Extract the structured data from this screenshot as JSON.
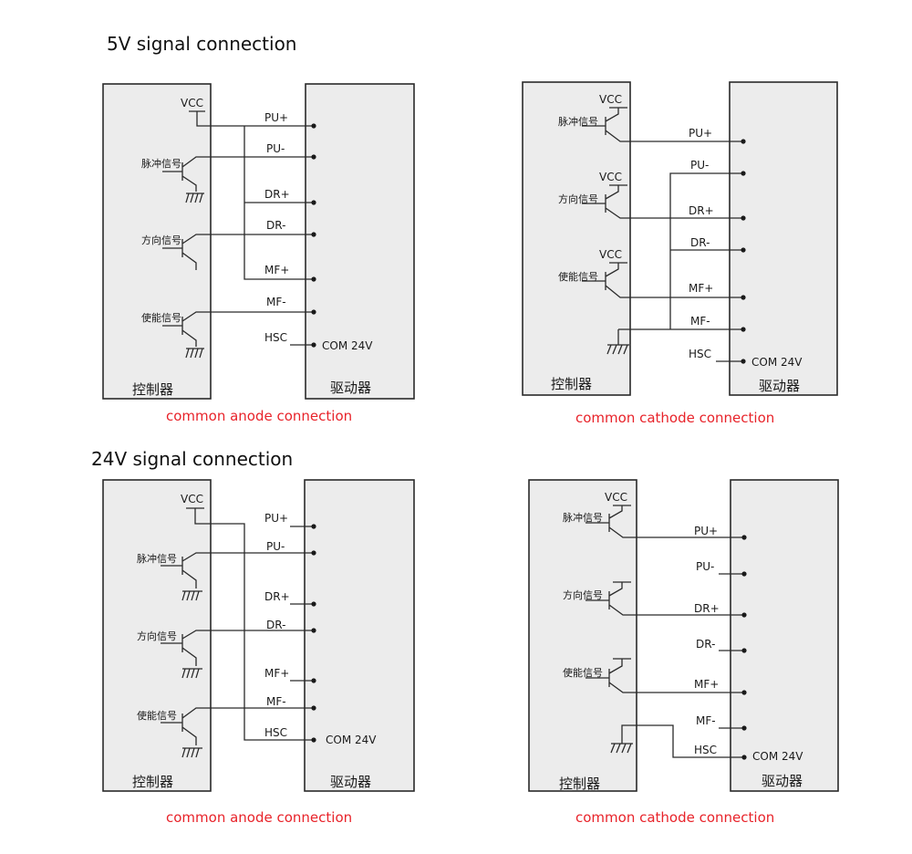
{
  "headings": {
    "five_volt": "5V signal connection",
    "twentyfour_volt": "24V signal connection"
  },
  "captions": {
    "anode": "common anode connection",
    "cathode": "common cathode connection"
  },
  "labels": {
    "controller": "控制器",
    "driver": "驱动器",
    "vcc": "VCC",
    "pulse_signal": "脉冲信号",
    "direction_signal": "方向信号",
    "enable_signal": "使能信号",
    "com": "COM 24V"
  },
  "terminals": [
    "PU+",
    "PU-",
    "DR+",
    "DR-",
    "MF+",
    "MF-",
    "HSC"
  ],
  "colors": {
    "caption": "#e8232a",
    "box_fill": "#ececec",
    "line": "#2a2a2a"
  }
}
